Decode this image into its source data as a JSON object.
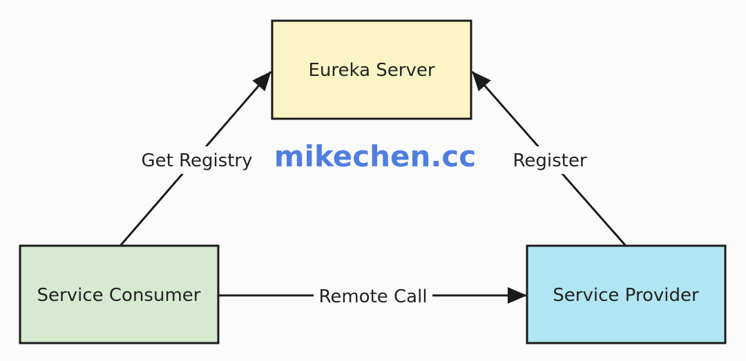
{
  "nodes": {
    "eureka_server": {
      "label": "Eureka Server",
      "fill": "#fbf5c6"
    },
    "service_consumer": {
      "label": "Service Consumer",
      "fill": "#d5ead0"
    },
    "service_provider": {
      "label": "Service Provider",
      "fill": "#b0e6f3"
    }
  },
  "edges": {
    "get_registry": {
      "label": "Get Registry",
      "from": "service_consumer",
      "to": "eureka_server"
    },
    "register": {
      "label": "Register",
      "from": "service_provider",
      "to": "eureka_server"
    },
    "remote_call": {
      "label": "Remote Call",
      "from": "service_consumer",
      "to": "service_provider"
    }
  },
  "watermark": {
    "text": "mikechen.cc",
    "color": "#4f7ee0"
  },
  "colors": {
    "line": "#1a1a1a",
    "text": "#222222",
    "background": "#fbfbfc"
  }
}
